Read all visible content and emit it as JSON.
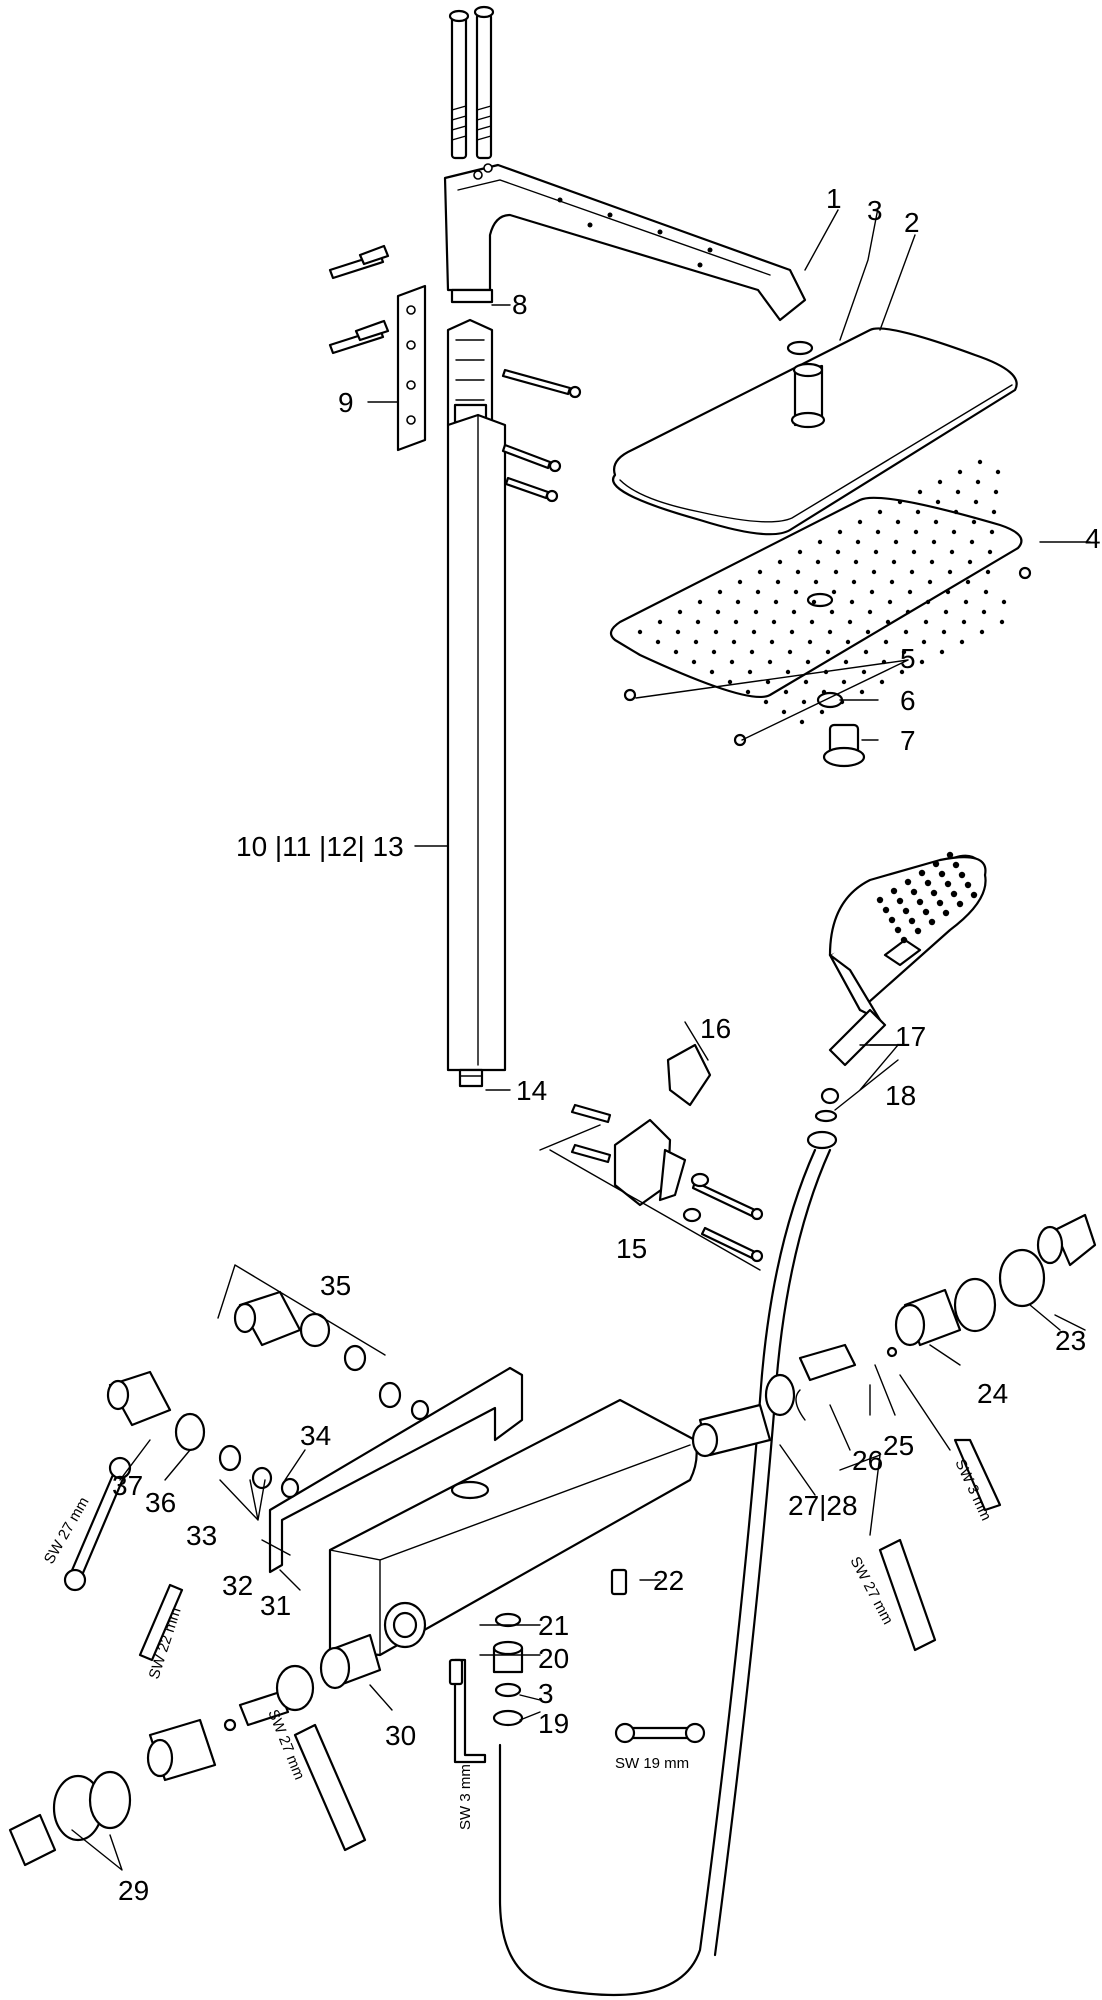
{
  "callouts": {
    "c1": "1",
    "c2": "2",
    "c3": "3",
    "c3b": "3",
    "c4": "4",
    "c5": "5",
    "c6": "6",
    "c7": "7",
    "c8": "8",
    "c9": "9",
    "c10": "10 |11 |12| 13",
    "c14": "14",
    "c15": "15",
    "c16": "16",
    "c17": "17",
    "c18": "18",
    "c19": "19",
    "c20": "20",
    "c21": "21",
    "c22": "22",
    "c23": "23",
    "c24": "24",
    "c25": "25",
    "c26": "26",
    "c27": "27|28",
    "c29": "29",
    "c30": "30",
    "c31": "31",
    "c32": "32",
    "c33": "33",
    "c34": "34",
    "c35": "35",
    "c36": "36",
    "c37": "37"
  },
  "tools": {
    "sw27_a": "SW 27 mm",
    "sw22": "SW 22 mm",
    "sw27_b": "SW 27 mm",
    "sw3_a": "SW 3 mm",
    "sw19": "SW 19 mm",
    "sw3_b": "SW 3 mm",
    "sw27_c": "SW 27 mm"
  },
  "colors": {
    "line": "#000000",
    "background": "#ffffff"
  }
}
